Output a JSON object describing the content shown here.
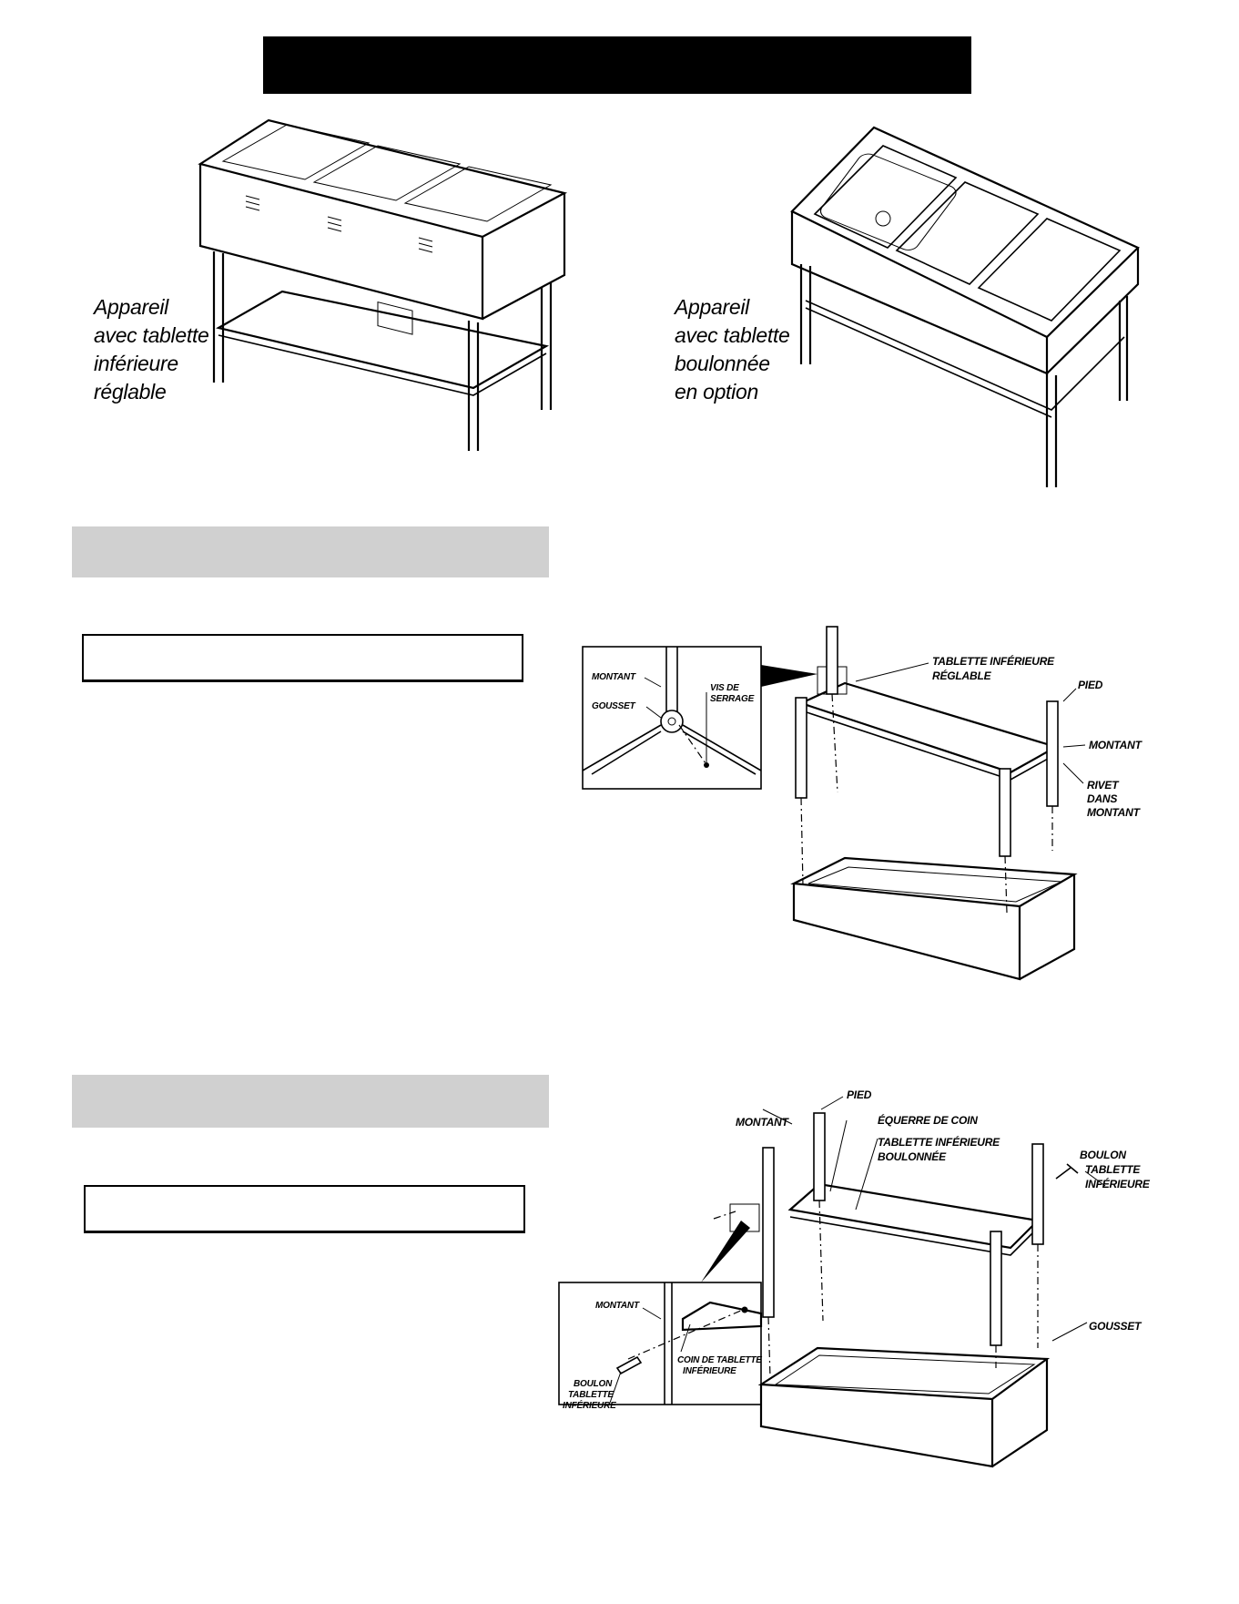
{
  "header": {
    "title": ""
  },
  "figure_top_left": {
    "caption_lines": [
      "Appareil",
      "avec tablette",
      "inférieure",
      "réglable"
    ]
  },
  "figure_top_right": {
    "caption_lines": [
      "Appareil",
      "avec tablette",
      "boulonnée",
      "en option"
    ]
  },
  "section1": {
    "heading": "",
    "note_box": ""
  },
  "section2": {
    "heading": "",
    "note_box": ""
  },
  "diagram_adjustable": {
    "labels": {
      "montant_detail": "MONTANT",
      "gousset": "GOUSSET",
      "vis_line1": "VIS DE",
      "vis_line2": "SERRAGE",
      "shelf_line1": "TABLETTE INFÉRIEURE",
      "shelf_line2": "RÉGLABLE",
      "pied": "PIED",
      "montant": "MONTANT",
      "rivet_line1": "RIVET",
      "rivet_line2": "DANS",
      "rivet_line3": "MONTANT"
    }
  },
  "diagram_bolted": {
    "labels": {
      "pied": "PIED",
      "montant": "MONTANT",
      "equerre": "ÉQUERRE DE COIN",
      "shelf_line1": "TABLETTE INFÉRIEURE",
      "shelf_line2": "BOULONNÉE",
      "boulon_line1": "BOULON",
      "boulon_line2": "TABLETTE",
      "boulon_line3": "INFÉRIEURE",
      "gousset": "GOUSSET",
      "detail_montant": "MONTANT",
      "detail_boulon_line1": "BOULON",
      "detail_boulon_line2": "TABLETTE",
      "detail_boulon_line3": "INFÉRIEURE",
      "detail_coin_line1": "COIN DE TABLETTE",
      "detail_coin_line2": "INFÉRIEURE"
    }
  }
}
